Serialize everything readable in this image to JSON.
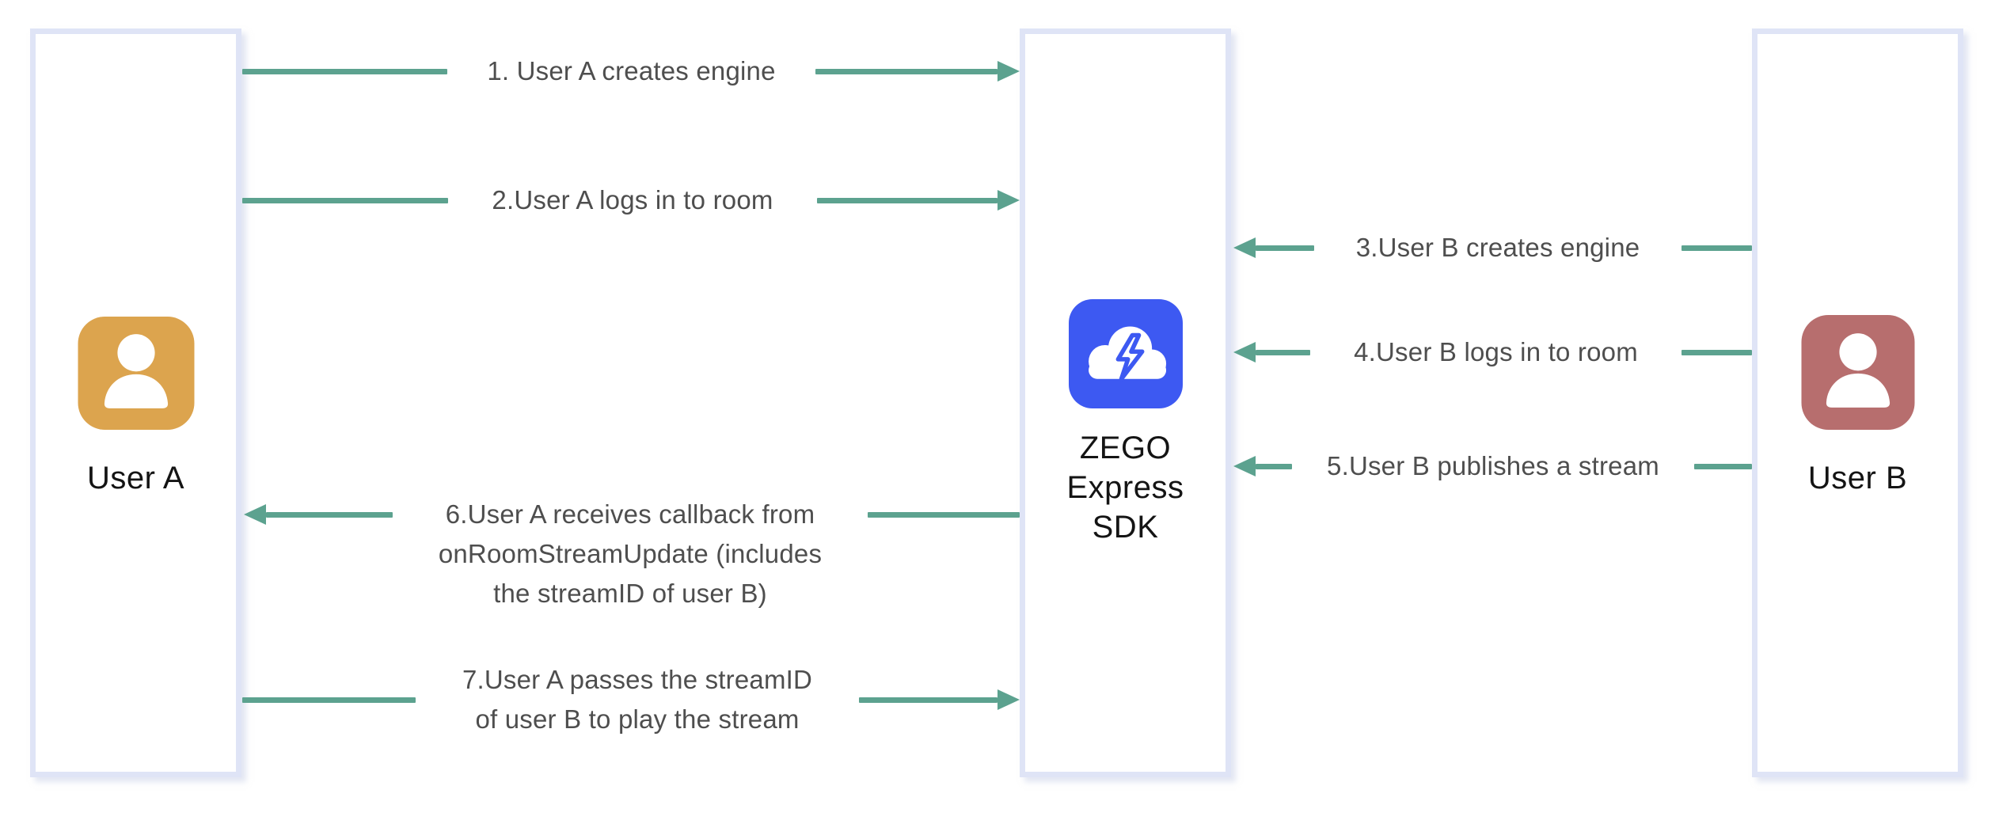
{
  "actors": {
    "user_a": {
      "name": "User A",
      "icon": "person-icon",
      "color": "#dca44e"
    },
    "sdk": {
      "name_lines": [
        "ZEGO",
        "Express",
        "SDK"
      ],
      "icon": "cloud-lightning-icon",
      "color": "#3d59f2"
    },
    "user_b": {
      "name": "User B",
      "icon": "person-icon",
      "color": "#b76e6e"
    }
  },
  "arrows": [
    {
      "step": 1,
      "label": "1. User A creates engine",
      "from": "user_a",
      "to": "sdk",
      "direction": "right"
    },
    {
      "step": 2,
      "label": "2.User A logs in to room",
      "from": "user_a",
      "to": "sdk",
      "direction": "right"
    },
    {
      "step": 3,
      "label": "3.User B creates engine",
      "from": "user_b",
      "to": "sdk",
      "direction": "left"
    },
    {
      "step": 4,
      "label": "4.User B logs in to room",
      "from": "user_b",
      "to": "sdk",
      "direction": "left"
    },
    {
      "step": 5,
      "label": "5.User B publishes a stream",
      "from": "user_b",
      "to": "sdk",
      "direction": "left"
    },
    {
      "step": 6,
      "lines": [
        "6.User A receives callback from",
        "onRoomStreamUpdate (includes",
        "the streamID of user B)"
      ],
      "from": "sdk",
      "to": "user_a",
      "direction": "left"
    },
    {
      "step": 7,
      "lines": [
        "7.User A passes the streamID",
        "of user B to play the stream"
      ],
      "from": "user_a",
      "to": "sdk",
      "direction": "right"
    }
  ],
  "colors": {
    "arrow": "#5ca28f",
    "box_border": "#dfe4f6",
    "arrow_text": "#4e4e4e",
    "actor_text": "#141414",
    "user_a_icon": "#dca44e",
    "user_b_icon": "#b76e6e",
    "sdk_icon": "#3d59f2"
  }
}
